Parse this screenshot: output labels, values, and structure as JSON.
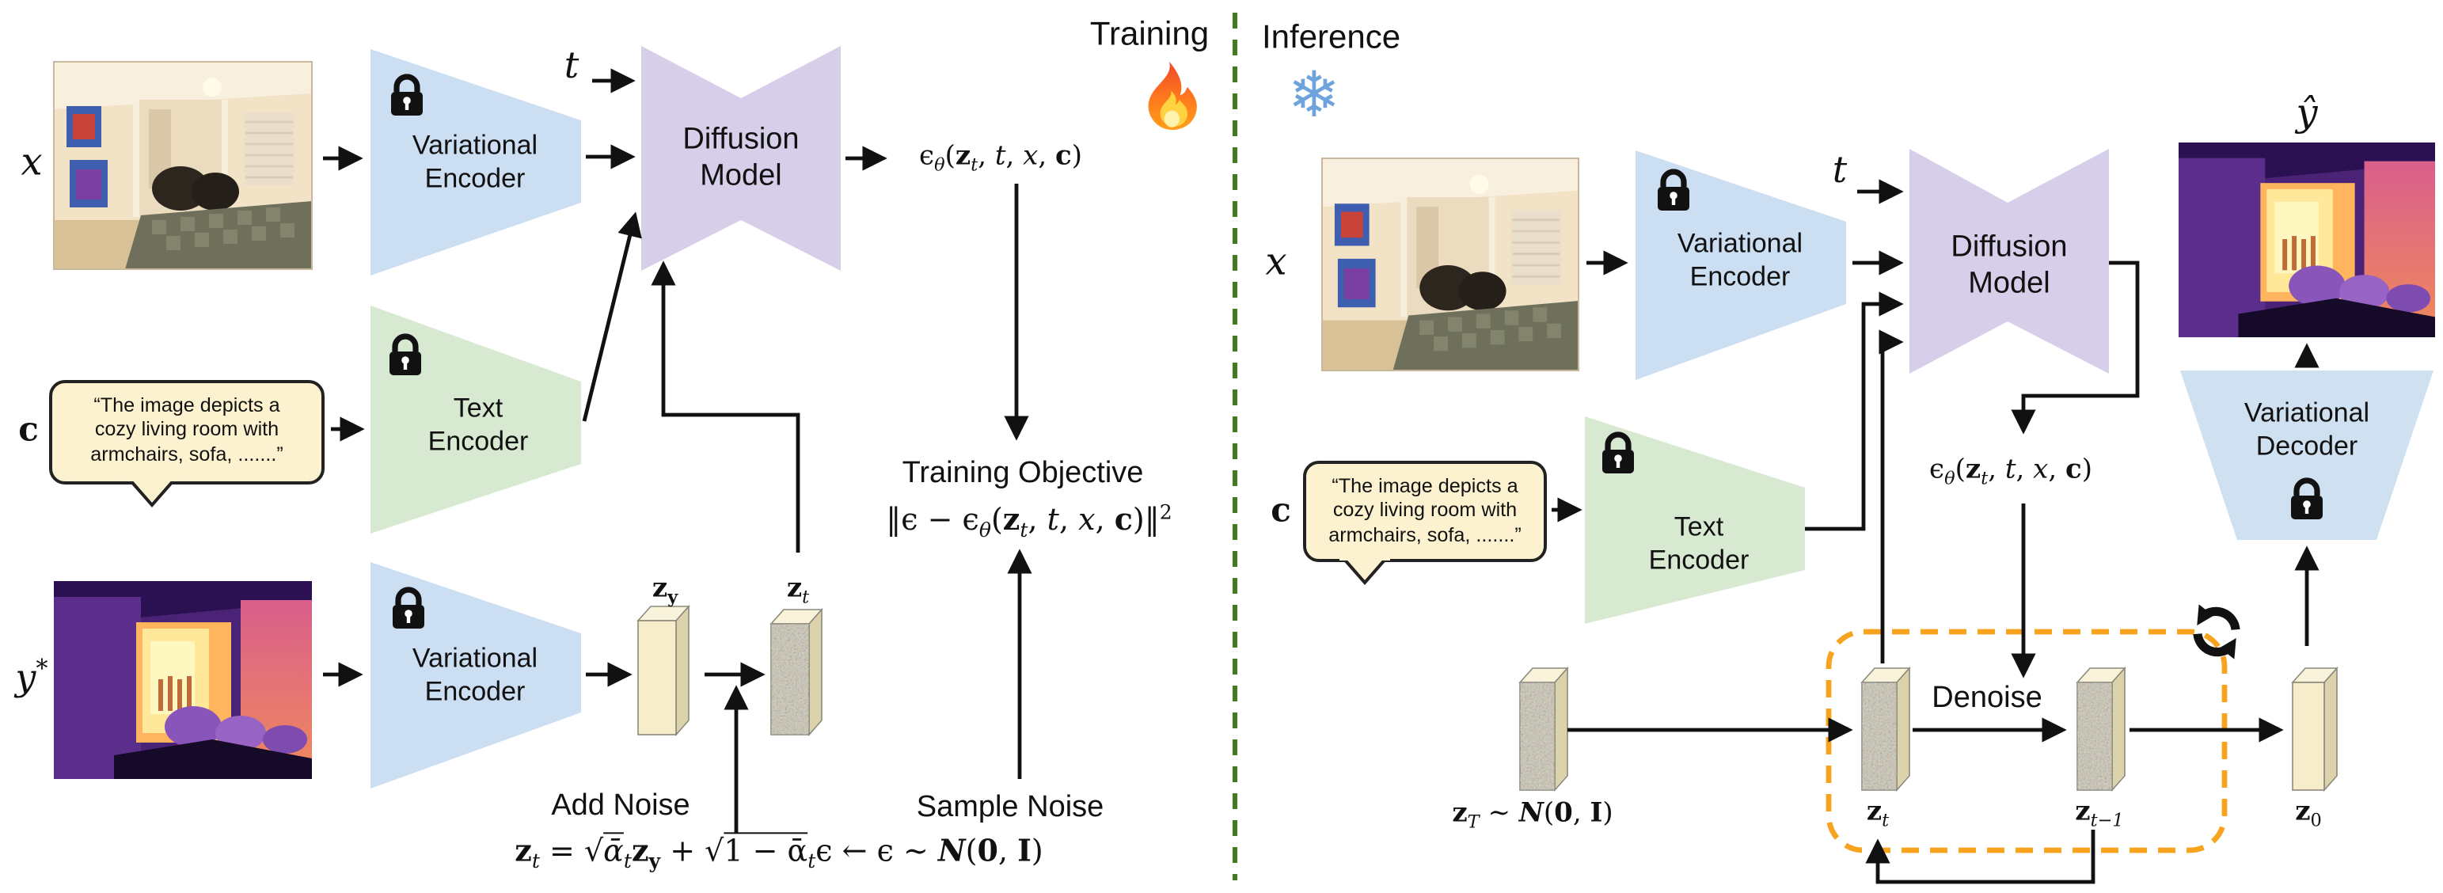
{
  "figure": {
    "colors": {
      "encoder_blue": "#CBDEF2",
      "decoder_blue": "#CFE0F0",
      "text_green": "#D8E9D2",
      "diffusion_purple": "#D7CFEA",
      "bubble_cream": "#FDF2D0",
      "bubble_border": "#222222",
      "bar_beige": "#F7EDCB",
      "bar_top": "#FAF3DC",
      "bar_side": "#DCD2AC",
      "loop_orange": "#F7A31E",
      "divider_green": "#3E7C1F",
      "arrow_black": "#111111",
      "flame_red": "#F0482A",
      "flame_orange": "#FF9F1C",
      "flame_yellow": "#FFD23F",
      "snowflake_blue": "#6FA3DC"
    },
    "icons": {
      "snowflake": "❄"
    },
    "panels": {
      "training": {
        "title": "Training",
        "labels": {
          "x": "x",
          "t": "t",
          "c": "c",
          "y_star": [
            {
              "t": "y",
              "s": "i"
            },
            {
              "t": "*",
              "s": "sup"
            }
          ],
          "add_noise": "Add Noise",
          "sample_noise": "Sample Noise",
          "training_objective": "Training Objective",
          "z_y": [
            {
              "t": "z",
              "s": "b"
            },
            {
              "t": "y",
              "s": "subb"
            }
          ],
          "z_t": [
            {
              "t": "z",
              "s": "b"
            },
            {
              "t": "t",
              "s": "subi"
            }
          ]
        },
        "nodes": {
          "var_encoder_top": "Variational\nEncoder",
          "var_encoder_bottom": "Variational\nEncoder",
          "text_encoder": "Text\nEncoder",
          "diffusion": "Diffusion\nModel"
        },
        "bubble_text": "“The image depicts a\ncozy living room with\narmchairs, sofa, .......”",
        "equations": {
          "eps_output": [
            {
              "t": "ϵ"
            },
            {
              "t": "θ",
              "s": "subi"
            },
            {
              "t": "("
            },
            {
              "t": "z",
              "s": "b"
            },
            {
              "t": "t",
              "s": "subi"
            },
            {
              "t": ", "
            },
            {
              "t": "t",
              "s": "i"
            },
            {
              "t": ", "
            },
            {
              "t": "x",
              "s": "i"
            },
            {
              "t": ", "
            },
            {
              "t": "c",
              "s": "b"
            },
            {
              "t": ")"
            }
          ],
          "objective": [
            {
              "t": "‖ϵ − ϵ"
            },
            {
              "t": "θ",
              "s": "subi"
            },
            {
              "t": "("
            },
            {
              "t": "z",
              "s": "b"
            },
            {
              "t": "t",
              "s": "subi"
            },
            {
              "t": ", "
            },
            {
              "t": "t",
              "s": "i"
            },
            {
              "t": ", "
            },
            {
              "t": "x",
              "s": "i"
            },
            {
              "t": ", "
            },
            {
              "t": "c",
              "s": "b"
            },
            {
              "t": ")‖"
            },
            {
              "t": "2",
              "s": "sup"
            }
          ],
          "forward": [
            {
              "t": "z",
              "s": "b"
            },
            {
              "t": "t",
              "s": "subi"
            },
            {
              "t": " = "
            },
            {
              "t": "√"
            },
            {
              "t": "ᾱ",
              "s": "ovi"
            },
            {
              "t": "t",
              "s": "subi"
            },
            {
              "t": "z",
              "s": "b"
            },
            {
              "t": "y",
              "s": "subb"
            },
            {
              "t": " + "
            },
            {
              "t": "√"
            },
            {
              "t": "1 − ᾱ",
              "s": "ov"
            },
            {
              "t": "t",
              "s": "subi"
            },
            {
              "t": "ϵ"
            },
            {
              "t": "  ←  "
            },
            {
              "t": "ϵ ∼ "
            },
            {
              "t": "N",
              "s": "cal"
            },
            {
              "t": "("
            },
            {
              "t": "0",
              "s": "b"
            },
            {
              "t": ", "
            },
            {
              "t": "I",
              "s": "b"
            },
            {
              "t": ")"
            }
          ]
        }
      },
      "inference": {
        "title": "Inference",
        "labels": {
          "x": "x",
          "t": "t",
          "c": "c",
          "y_hat": [
            {
              "t": "ŷ",
              "s": "i"
            }
          ],
          "denoise": "Denoise",
          "z_T": [
            {
              "t": "z",
              "s": "b"
            },
            {
              "t": "T",
              "s": "subi"
            },
            {
              "t": " ∼ "
            },
            {
              "t": "N",
              "s": "cal"
            },
            {
              "t": "("
            },
            {
              "t": "0",
              "s": "b"
            },
            {
              "t": ", "
            },
            {
              "t": "I",
              "s": "b"
            },
            {
              "t": ")"
            }
          ],
          "z_t": [
            {
              "t": "z",
              "s": "b"
            },
            {
              "t": "t",
              "s": "subi"
            }
          ],
          "z_t_minus_1": [
            {
              "t": "z",
              "s": "b"
            },
            {
              "t": "t−1",
              "s": "subi"
            }
          ],
          "z_0": [
            {
              "t": "z",
              "s": "b"
            },
            {
              "t": "0",
              "s": "sub"
            }
          ]
        },
        "nodes": {
          "var_encoder": "Variational\nEncoder",
          "text_encoder": "Text\nEncoder",
          "diffusion": "Diffusion\nModel",
          "var_decoder": "Variational\nDecoder"
        },
        "bubble_text": "“The image depicts a\ncozy living room with\narmchairs, sofa, .......”",
        "equations": {
          "eps_output": [
            {
              "t": "ϵ"
            },
            {
              "t": "θ",
              "s": "subi"
            },
            {
              "t": "("
            },
            {
              "t": "z",
              "s": "b"
            },
            {
              "t": "t",
              "s": "subi"
            },
            {
              "t": ", "
            },
            {
              "t": "t",
              "s": "i"
            },
            {
              "t": ", "
            },
            {
              "t": "x",
              "s": "i"
            },
            {
              "t": ", "
            },
            {
              "t": "c",
              "s": "b"
            },
            {
              "t": ")"
            }
          ]
        }
      }
    }
  }
}
